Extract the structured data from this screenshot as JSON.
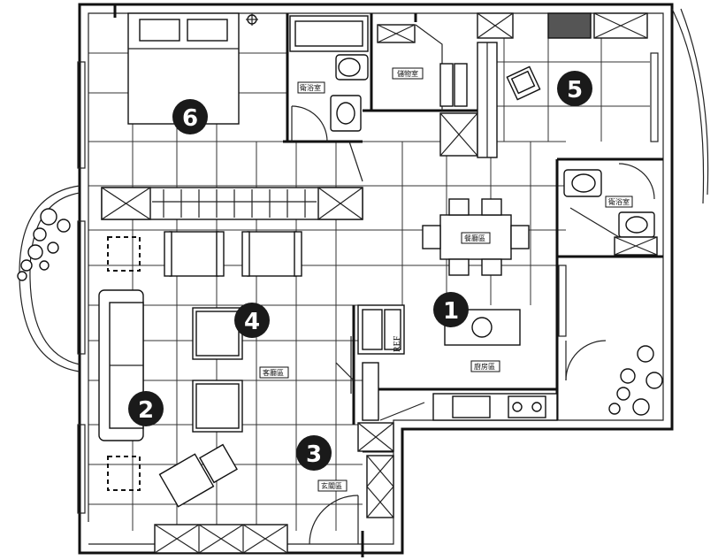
{
  "rooms": {
    "bathroom_1": "衛浴室",
    "storage": "儲物室",
    "bathroom_2": "衛浴室",
    "dining": "餐廳區",
    "kitchen": "廚房區",
    "living": "客廳區",
    "entry": "玄關區"
  },
  "fridge_label": "REF",
  "markers": [
    "1",
    "2",
    "3",
    "4",
    "5",
    "6"
  ],
  "colors": {
    "line": "#111111",
    "marker_fill": "#1a1a1a",
    "background": "#ffffff"
  }
}
